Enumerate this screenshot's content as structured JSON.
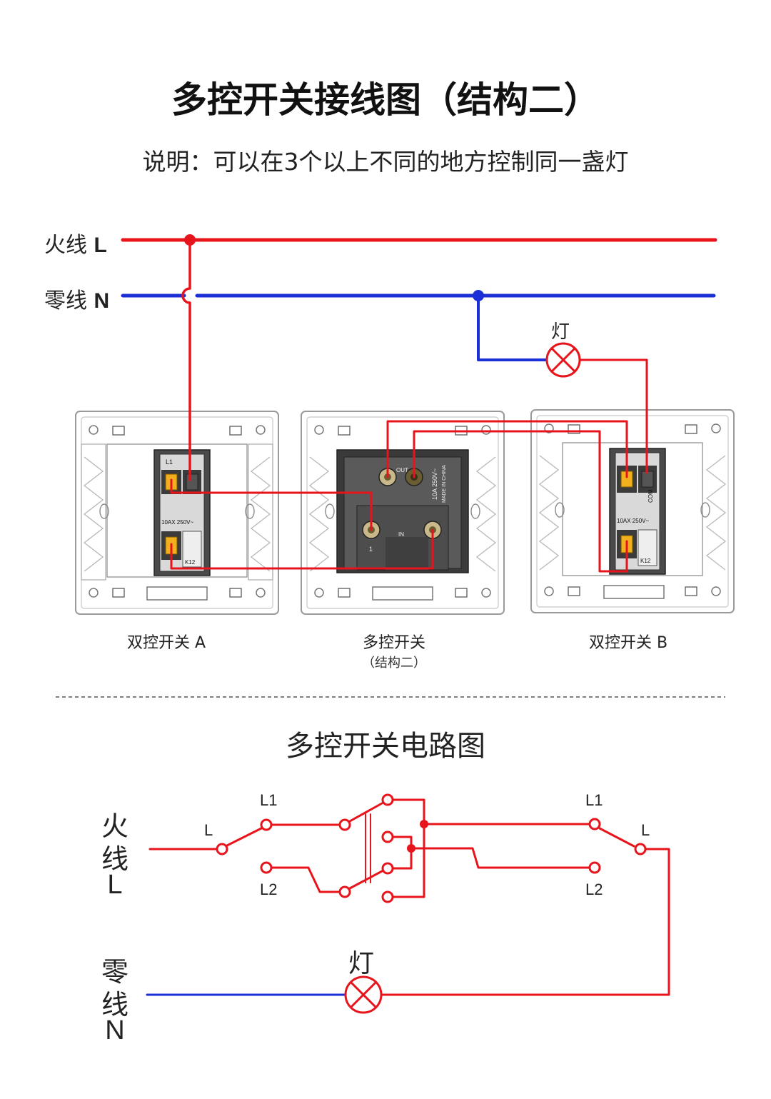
{
  "title": "多控开关接线图（结构二）",
  "subtitle": "说明：可以在3个以上不同的地方控制同一盏灯",
  "wires": {
    "live_label": "火线",
    "live_letter": "L",
    "neutral_label": "零线",
    "neutral_letter": "N",
    "lamp_label": "灯"
  },
  "switches": {
    "a_caption": "双控开关 A",
    "multi_caption": "多控开关",
    "multi_sub": "（结构二）",
    "b_caption": "双控开关 B",
    "rating_a": "10AX 250V~",
    "rating_b": "10AX 250V~",
    "multi_rating": "10A 250V~",
    "multi_made": "MADE IN CHINA",
    "multi_out": "OUT",
    "multi_in": "IN",
    "multi_num": "1",
    "l1": "L1",
    "com": "COM",
    "model": "K12"
  },
  "circuit": {
    "heading": "多控开关电路图",
    "live_v": [
      "火",
      "线",
      "L"
    ],
    "neutral_v": [
      "零",
      "线",
      "N"
    ],
    "left_l": "L",
    "left_l1": "L1",
    "left_l2": "L2",
    "right_l": "L",
    "right_l1": "L1",
    "right_l2": "L2",
    "lamp": "灯"
  },
  "colors": {
    "live": "#e8141c",
    "neutral": "#1b2fd6",
    "panel": "#3a3a3a"
  }
}
